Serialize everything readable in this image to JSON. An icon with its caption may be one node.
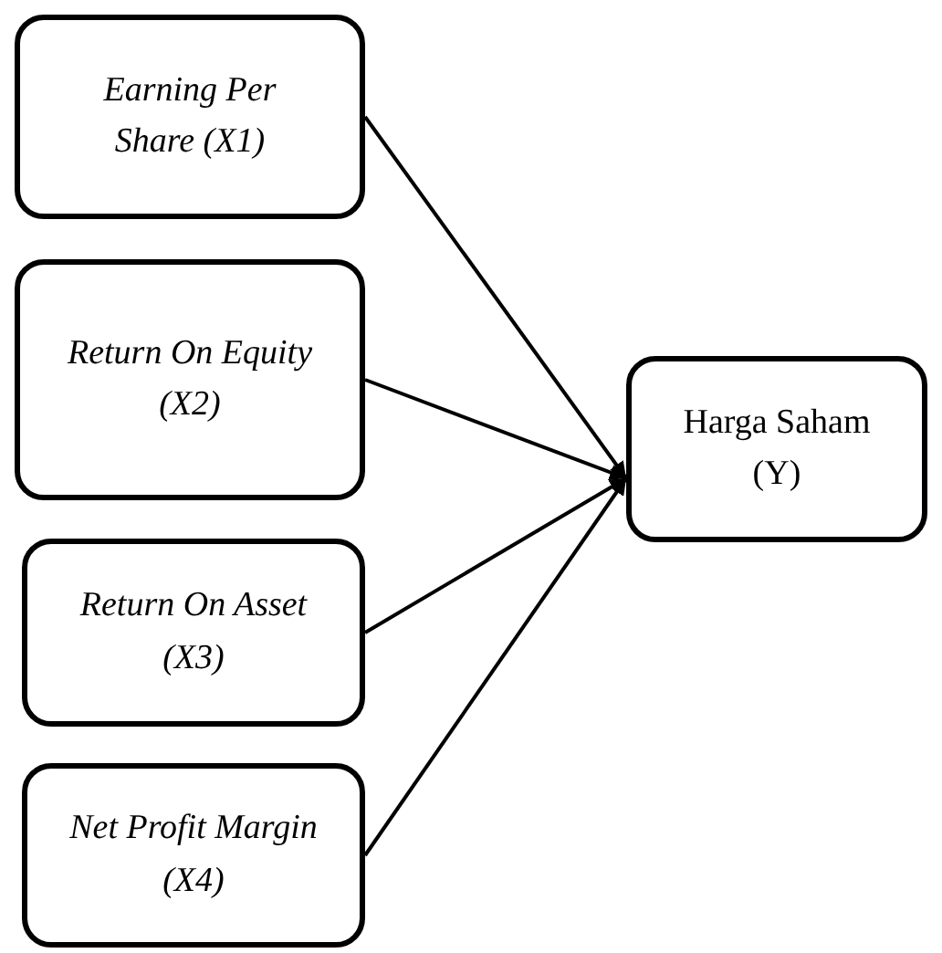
{
  "diagram": {
    "nodes": [
      {
        "text": [
          "Earning Per Share (X1)"
        ]
      },
      {
        "text": [
          "Return On Equity (X2)"
        ]
      },
      {
        "text": [
          "Return On Asset (X3)"
        ]
      },
      {
        "text": [
          "Net Profit Margin (X4)"
        ]
      },
      {
        "text": [
          "Harga Saham (Y)"
        ]
      }
    ],
    "edges": [
      {
        "from": 0,
        "to": 4,
        "arrow": "to"
      },
      {
        "from": 1,
        "to": 4,
        "arrow": "to"
      },
      {
        "from": 2,
        "to": 4,
        "arrow": "to"
      },
      {
        "from": 3,
        "to": 4,
        "arrow": "to"
      }
    ]
  }
}
